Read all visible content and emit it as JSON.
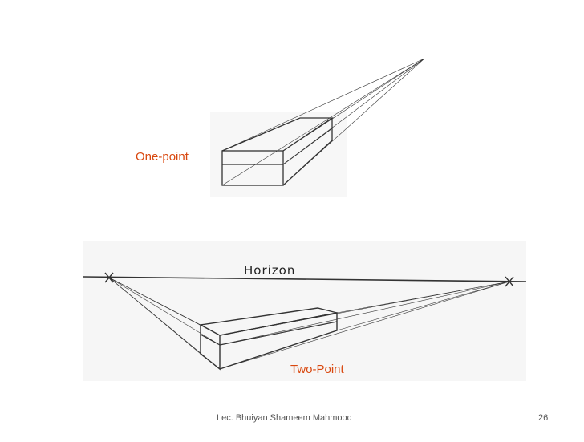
{
  "slide": {
    "one_point_label": "One-point",
    "two_point_label": "Two-Point",
    "horizon_label": "Horizon",
    "footer": "Lec. Bhuiyan Shameem Mahmood",
    "page_number": "26"
  },
  "colors": {
    "accent_label": "#d9480f",
    "line": "#333333",
    "scan_background": "#f7f7f7"
  }
}
